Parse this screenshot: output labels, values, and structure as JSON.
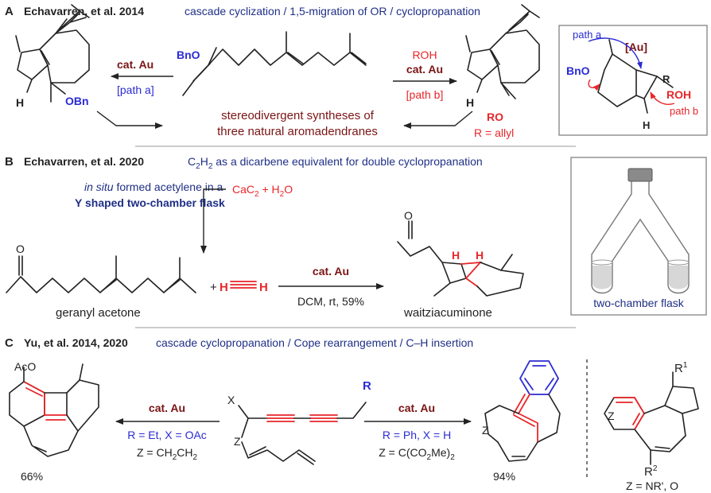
{
  "colors": {
    "navy": "#1f2f86",
    "darkred": "#7a1414",
    "red": "#e8262a",
    "blue": "#2b2bd4",
    "black": "#222222",
    "gray": "#888888"
  },
  "sectionA": {
    "letter": "A",
    "authors": "Echavarren, et al.  2014",
    "topic": "cascade cyclization / 1,5-migration of OR / cyclopropanation",
    "left_reagent": "cat. Au",
    "left_path": "[path a]",
    "right_reagent1": "ROH",
    "right_reagent2": "cat. Au",
    "right_path": "[path b]",
    "center_line1": "stereodivergent syntheses of",
    "center_line2": "three natural aromadendranes",
    "label_bno": "BnO",
    "label_obn": "OBn",
    "label_h": "H",
    "label_ro": "RO",
    "label_r_allyl": "R = allyl",
    "box_path_a": "path a",
    "box_au": "[Au]",
    "box_bno": "BnO",
    "box_r": "R",
    "box_roh": "ROH",
    "box_path_b": "path b",
    "box_h": "H"
  },
  "sectionB": {
    "letter": "B",
    "authors": "Echavarren, et al.  2020",
    "topic_prefix": "C",
    "topic_sub1": "2",
    "topic_mid": "H",
    "topic_sub2": "2",
    "topic_rest": " as a dicarbene equivalent for double cyclopropanation",
    "insitu_italic": "in situ",
    "insitu_rest": " formed acetylene in a",
    "flask_phrase": "Y shaped two-chamber flask",
    "cac2_text": "CaC",
    "cac2_sub": "2",
    "cac2_rest": " + H",
    "cac2_sub2": "2",
    "cac2_end": "O",
    "plus": "+",
    "acetylene_h1": "H",
    "acetylene_h2": "H",
    "reagent": "cat. Au",
    "conditions": "DCM, rt, 59%",
    "start_name": "geranyl acetone",
    "product_name": "waitziacuminone",
    "label_o": "O",
    "label_h1": "H",
    "label_h2": "H",
    "flask_caption": "two-chamber flask"
  },
  "sectionC": {
    "letter": "C",
    "authors": "Yu, et al.  2014, 2020",
    "topic": "cascade cyclopropanation / Cope rearrangement / C–H insertion",
    "left_reagent": "cat. Au",
    "left_cond1": "R = Et, X = OAc",
    "left_cond2_main": "Z = CH",
    "left_cond2_sub1": "2",
    "left_cond2_mid": "CH",
    "left_cond2_sub2": "2",
    "right_reagent": "cat. Au",
    "right_cond1": "R = Ph, X = H",
    "right_cond2_main": "Z = C(CO",
    "right_cond2_sub1": "2",
    "right_cond2_mid": "Me)",
    "right_cond2_sub2": "2",
    "left_yield": "66%",
    "right_yield": "94%",
    "label_aco": "AcO",
    "label_x": "X",
    "label_z": "Z",
    "label_r": "R",
    "label_z2": "Z",
    "label_z3": "Z",
    "label_r1": "R",
    "label_r1_sup": "1",
    "label_r2": "R",
    "label_r2_sup": "2",
    "z_general": "Z = NR', O"
  }
}
